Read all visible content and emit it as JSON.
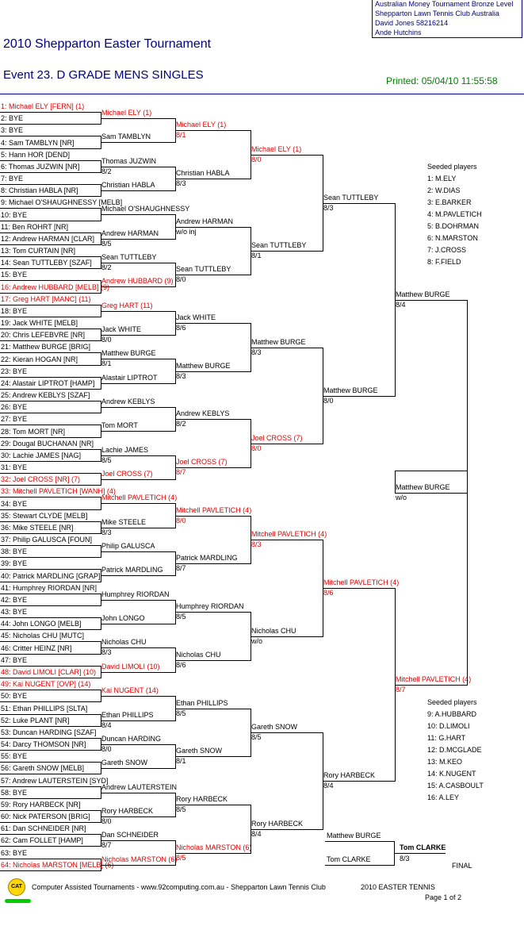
{
  "header": {
    "tournament_box": [
      "Australian Money Tournament Bronze Level",
      "Shepparton Lawn Tennis Club   Australia",
      "David Jones    58216214",
      "Ande Hutchins"
    ],
    "title": "2010 Shepparton Easter Tournament",
    "event": "Event 23. D GRADE MENS SINGLES",
    "printed": "Printed: 05/04/10 11:55:58"
  },
  "draw": {
    "round1": [
      {
        "text": "1: Michael ELY [FERN] (1)",
        "seed": true
      },
      {
        "text": "2: BYE",
        "seed": false
      },
      {
        "text": "3: BYE",
        "seed": false
      },
      {
        "text": "4: Sam TAMBLYN [NR]",
        "seed": false
      },
      {
        "text": "5: Hann HOR [DEND]",
        "seed": false
      },
      {
        "text": "6: Thomas JUZWIN [NR]",
        "seed": false
      },
      {
        "text": "7: BYE",
        "seed": false
      },
      {
        "text": "8: Christian HABLA [NR]",
        "seed": false
      },
      {
        "text": "9: Michael O'SHAUGHNESSY [MELB]",
        "seed": false
      },
      {
        "text": "10: BYE",
        "seed": false
      },
      {
        "text": "11: Ben ROHRT [NR]",
        "seed": false
      },
      {
        "text": "12: Andrew HARMAN [CLAR]",
        "seed": false
      },
      {
        "text": "13: Tom CURTAIN [NR]",
        "seed": false
      },
      {
        "text": "14: Sean TUTTLEBY [SZAF]",
        "seed": false
      },
      {
        "text": "15: BYE",
        "seed": false
      },
      {
        "text": "16: Andrew HUBBARD [MELB] (9)",
        "seed": true
      },
      {
        "text": "17: Greg HART [MANC] (11)",
        "seed": true
      },
      {
        "text": "18: BYE",
        "seed": false
      },
      {
        "text": "19: Jack WHITE [MELB]",
        "seed": false
      },
      {
        "text": "20: Chris LEFEBVRE [NR]",
        "seed": false
      },
      {
        "text": "21: Matthew BURGE [BRIG]",
        "seed": false
      },
      {
        "text": "22: Kieran HOGAN [NR]",
        "seed": false
      },
      {
        "text": "23: BYE",
        "seed": false
      },
      {
        "text": "24: Alastair LIPTROT [HAMP]",
        "seed": false
      },
      {
        "text": "25: Andrew KEBLYS [SZAF]",
        "seed": false
      },
      {
        "text": "26: BYE",
        "seed": false
      },
      {
        "text": "27: BYE",
        "seed": false
      },
      {
        "text": "28: Tom MORT [NR]",
        "seed": false
      },
      {
        "text": "29: Dougal BUCHANAN [NR]",
        "seed": false
      },
      {
        "text": "30: Lachie JAMES [NAG]",
        "seed": false
      },
      {
        "text": "31: BYE",
        "seed": false
      },
      {
        "text": "32: Joel CROSS [NR] (7)",
        "seed": true
      },
      {
        "text": "33: Mitchell PAVLETICH [WANH] (4)",
        "seed": true
      },
      {
        "text": "34: BYE",
        "seed": false
      },
      {
        "text": "35: Stewart CLYDE [MELB]",
        "seed": false
      },
      {
        "text": "36: Mike STEELE [NR]",
        "seed": false
      },
      {
        "text": "37: Philip GALUSCA [FOUN]",
        "seed": false
      },
      {
        "text": "38: BYE",
        "seed": false
      },
      {
        "text": "39: BYE",
        "seed": false
      },
      {
        "text": "40: Patrick MARDLING [GRAP]",
        "seed": false
      },
      {
        "text": "41: Humphrey RIORDAN [NR]",
        "seed": false
      },
      {
        "text": "42: BYE",
        "seed": false
      },
      {
        "text": "43: BYE",
        "seed": false
      },
      {
        "text": "44: John LONGO [MELB]",
        "seed": false
      },
      {
        "text": "45: Nicholas CHU [MUTC]",
        "seed": false
      },
      {
        "text": "46: Critter HEINZ [NR]",
        "seed": false
      },
      {
        "text": "47: BYE",
        "seed": false
      },
      {
        "text": "48: David LIMOLI [CLAR] (10)",
        "seed": true
      },
      {
        "text": "49: Kai NUGENT [OVP] (14)",
        "seed": true
      },
      {
        "text": "50: BYE",
        "seed": false
      },
      {
        "text": "51: Ethan PHILLIPS [SLTA]",
        "seed": false
      },
      {
        "text": "52: Luke PLANT [NR]",
        "seed": false
      },
      {
        "text": "53: Duncan HARDING [SZAF]",
        "seed": false
      },
      {
        "text": "54: Darcy THOMSON [NR]",
        "seed": false
      },
      {
        "text": "55: BYE",
        "seed": false
      },
      {
        "text": "56: Gareth SNOW [MELB]",
        "seed": false
      },
      {
        "text": "57: Andrew LAUTERSTEIN [SYD]",
        "seed": false
      },
      {
        "text": "58: BYE",
        "seed": false
      },
      {
        "text": "59: Rory HARBECK [NR]",
        "seed": false
      },
      {
        "text": "60: Nick PATERSON [BRIG]",
        "seed": false
      },
      {
        "text": "61: Dan SCHNEIDER [NR]",
        "seed": false
      },
      {
        "text": "62: Cam FOLLET [HAMP]",
        "seed": false
      },
      {
        "text": "63: BYE",
        "seed": false
      },
      {
        "text": "64: Nicholas MARSTON [MELB] (6)",
        "seed": true
      }
    ],
    "round2": [
      {
        "name": "Michael ELY (1)",
        "score": "",
        "seed": true
      },
      {
        "name": "Sam TAMBLYN",
        "score": "",
        "seed": false
      },
      {
        "name": "Thomas JUZWIN",
        "score": "8/2",
        "seed": false
      },
      {
        "name": "Christian HABLA",
        "score": "",
        "seed": false
      },
      {
        "name": "Michael O'SHAUGHNESSY",
        "score": "",
        "seed": false
      },
      {
        "name": "Andrew HARMAN",
        "score": "8/5",
        "seed": false
      },
      {
        "name": "Sean TUTTLEBY",
        "score": "8/2",
        "seed": false
      },
      {
        "name": "Andrew HUBBARD (9)",
        "score": "",
        "seed": true
      },
      {
        "name": "Greg HART (11)",
        "score": "",
        "seed": true
      },
      {
        "name": "Jack WHITE",
        "score": "8/0",
        "seed": false
      },
      {
        "name": "Matthew BURGE",
        "score": "8/1",
        "seed": false
      },
      {
        "name": "Alastair LIPTROT",
        "score": "",
        "seed": false
      },
      {
        "name": "Andrew KEBLYS",
        "score": "",
        "seed": false
      },
      {
        "name": "Tom MORT",
        "score": "",
        "seed": false
      },
      {
        "name": "Lachie JAMES",
        "score": "8/5",
        "seed": false
      },
      {
        "name": "Joel CROSS (7)",
        "score": "",
        "seed": true
      },
      {
        "name": "Mitchell PAVLETICH (4)",
        "score": "",
        "seed": true
      },
      {
        "name": "Mike STEELE",
        "score": "8/3",
        "seed": false
      },
      {
        "name": "Philip GALUSCA",
        "score": "",
        "seed": false
      },
      {
        "name": "Patrick MARDLING",
        "score": "",
        "seed": false
      },
      {
        "name": "Humphrey RIORDAN",
        "score": "",
        "seed": false
      },
      {
        "name": "John LONGO",
        "score": "",
        "seed": false
      },
      {
        "name": "Nicholas CHU",
        "score": "8/3",
        "seed": false
      },
      {
        "name": "David LIMOLI (10)",
        "score": "",
        "seed": true
      },
      {
        "name": "Kai NUGENT (14)",
        "score": "",
        "seed": true
      },
      {
        "name": "Ethan PHILLIPS",
        "score": "8/4",
        "seed": false
      },
      {
        "name": "Duncan HARDING",
        "score": "8/0",
        "seed": false
      },
      {
        "name": "Gareth SNOW",
        "score": "",
        "seed": false
      },
      {
        "name": "Andrew LAUTERSTEIN",
        "score": "",
        "seed": false
      },
      {
        "name": "Rory HARBECK",
        "score": "8/0",
        "seed": false
      },
      {
        "name": "Dan SCHNEIDER",
        "score": "8/7",
        "seed": false
      },
      {
        "name": "Nicholas MARSTON (6)",
        "score": "",
        "seed": true
      }
    ],
    "round3": [
      {
        "name": "Michael ELY (1)",
        "score": "8/1",
        "seed": true
      },
      {
        "name": "Christian HABLA",
        "score": "8/3",
        "seed": false
      },
      {
        "name": "Andrew HARMAN",
        "score": "w/o inj",
        "seed": false
      },
      {
        "name": "Sean TUTTLEBY",
        "score": "8/0",
        "seed": false
      },
      {
        "name": "Jack WHITE",
        "score": "8/6",
        "seed": false
      },
      {
        "name": "Matthew BURGE",
        "score": "8/3",
        "seed": false
      },
      {
        "name": "Andrew KEBLYS",
        "score": "8/2",
        "seed": false
      },
      {
        "name": "Joel CROSS (7)",
        "score": "8/7",
        "seed": true
      },
      {
        "name": "Mitchell PAVLETICH (4)",
        "score": "8/0",
        "seed": true
      },
      {
        "name": "Patrick MARDLING",
        "score": "8/7",
        "seed": false
      },
      {
        "name": "Humphrey RIORDAN",
        "score": "8/5",
        "seed": false
      },
      {
        "name": "Nicholas CHU",
        "score": "8/6",
        "seed": false
      },
      {
        "name": "Ethan PHILLIPS",
        "score": "8/5",
        "seed": false
      },
      {
        "name": "Gareth SNOW",
        "score": "8/1",
        "seed": false
      },
      {
        "name": "Rory HARBECK",
        "score": "8/5",
        "seed": false
      },
      {
        "name": "Nicholas MARSTON (6)",
        "score": "8/5",
        "seed": true
      }
    ],
    "round4": [
      {
        "name": "Michael ELY (1)",
        "score": "8/0",
        "seed": true
      },
      {
        "name": "Sean TUTTLEBY",
        "score": "8/1",
        "seed": false
      },
      {
        "name": "Matthew BURGE",
        "score": "8/3",
        "seed": false
      },
      {
        "name": "Joel CROSS (7)",
        "score": "8/0",
        "seed": true
      },
      {
        "name": "Mitchell PAVLETICH (4)",
        "score": "8/3",
        "seed": true
      },
      {
        "name": "Nicholas CHU",
        "score": "w/o",
        "seed": false
      },
      {
        "name": "Gareth SNOW",
        "score": "8/5",
        "seed": false
      },
      {
        "name": "Rory HARBECK",
        "score": "8/4",
        "seed": false
      }
    ],
    "round5": [
      {
        "name": "Sean TUTTLEBY",
        "score": "8/3",
        "seed": false
      },
      {
        "name": "Matthew BURGE",
        "score": "8/0",
        "seed": false
      },
      {
        "name": "Mitchell PAVLETICH (4)",
        "score": "8/6",
        "seed": true
      },
      {
        "name": "Rory HARBECK",
        "score": "8/4",
        "seed": false
      }
    ],
    "round6": [
      {
        "name": "Matthew BURGE",
        "score": "8/4",
        "seed": false
      },
      {
        "name": "Mitchell PAVLETICH (4)",
        "score": "8/7",
        "seed": true
      }
    ],
    "semi_winner": {
      "name": "Matthew BURGE",
      "score": "w/o"
    }
  },
  "consolation": {
    "top": "Matthew BURGE",
    "bottom": "Tom CLARKE",
    "winner": "Tom CLARKE",
    "score": "8/3",
    "label": "FINAL"
  },
  "seeds_top": {
    "heading": "Seeded players",
    "items": [
      "1: M.ELY",
      "2: W.DIAS",
      "3: E.BARKER",
      "4: M.PAVLETICH",
      "5: B.DOHRMAN",
      "6: N.MARSTON",
      "7: J.CROSS",
      "8: F.FIELD"
    ]
  },
  "seeds_bottom": {
    "heading": "Seeded players",
    "items": [
      "9: A.HUBBARD",
      "10: D.LIMOLI",
      "11: G.HART",
      "12: D.MCGLADE",
      "13: M.KEO",
      "14: K.NUGENT",
      "15: A.CASBOULT",
      "16: A.LEY"
    ]
  },
  "footer": {
    "logo_text": "CAT",
    "credit": "Computer Assisted Tournaments - www.92computing.com.au -  Shepparton Lawn Tennis Club",
    "event_name": "2010 EASTER TENNIS",
    "page": "Page 1 of 2"
  },
  "colors": {
    "seed_red": "#e00000",
    "header_blue": "#000080",
    "printed_green": "#008000",
    "logo_yellow": "#ffd700",
    "logo_green": "#00cc00"
  }
}
